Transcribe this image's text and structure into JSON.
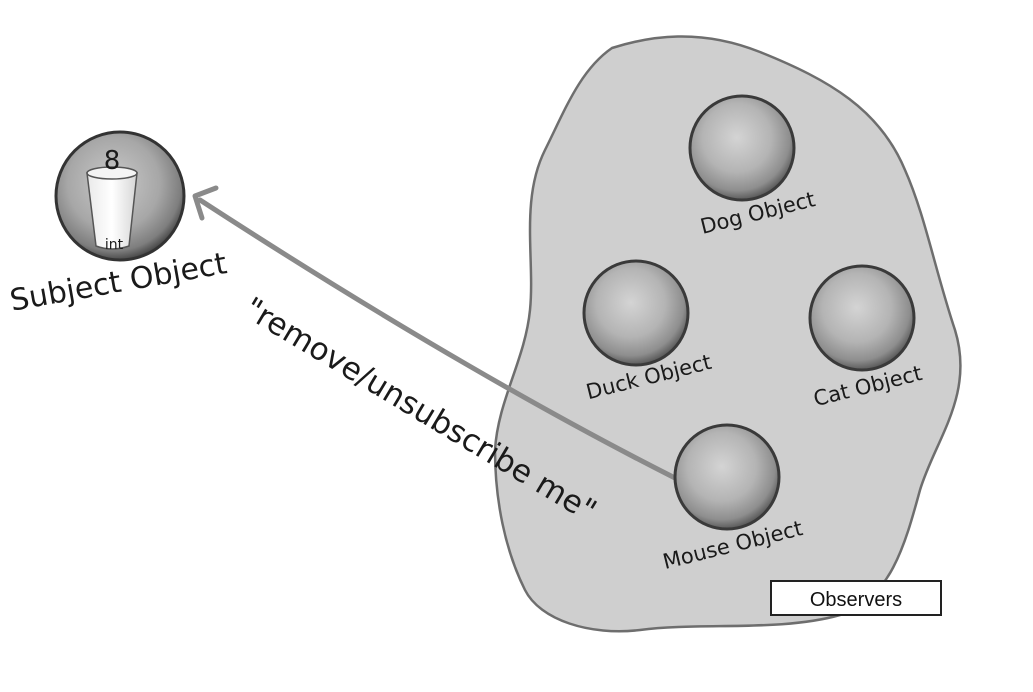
{
  "subject": {
    "name": "Subject Object",
    "value": "8",
    "value_type": "int"
  },
  "observers": {
    "legend": "Observers",
    "items": [
      {
        "name": "Dog Object"
      },
      {
        "name": "Duck Object"
      },
      {
        "name": "Cat Object"
      },
      {
        "name": "Mouse Object"
      }
    ]
  },
  "message": {
    "text": "\"remove/unsubscribe me\""
  },
  "colors": {
    "blob_fill": "#cfcfcf",
    "blob_stroke": "#6e6e6e",
    "arrow": "#8a8a8a",
    "ball": "#b5b5b5"
  }
}
